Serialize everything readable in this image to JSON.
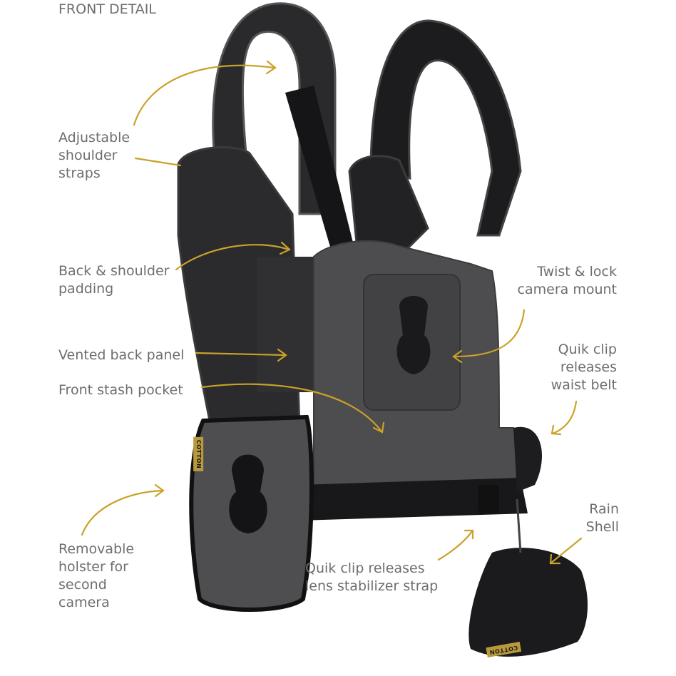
{
  "title": "FRONT DETAIL",
  "colors": {
    "annotation_line": "#c9a227",
    "text": "#6e6e6e",
    "vest_fabric": "#4a4a4c",
    "vest_dark": "#1f1f21"
  },
  "callouts": {
    "shoulder_straps": [
      "Adjustable",
      "shoulder",
      "straps"
    ],
    "padding": [
      "Back & shoulder",
      "padding"
    ],
    "vented": [
      "Vented back panel"
    ],
    "pocket": [
      "Front stash pocket"
    ],
    "holster": [
      "Removable",
      "holster for",
      "second",
      "camera"
    ],
    "mount": [
      "Twist & lock",
      "camera mount"
    ],
    "waist": [
      "Quik clip",
      "releases",
      "waist belt"
    ],
    "rain": [
      "Rain",
      "Shell"
    ],
    "lens": [
      "Quik clip releases",
      "lens stabilizer strap"
    ]
  },
  "brand_label": "COTTON"
}
